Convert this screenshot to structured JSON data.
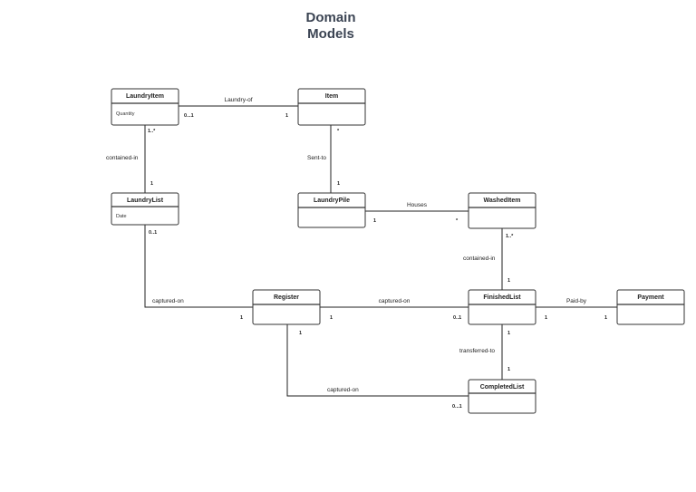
{
  "title": {
    "line1": "Domain",
    "line2": "Models"
  },
  "classes": {
    "laundry_item": {
      "name": "LaundryItem",
      "attribute": "Quantity"
    },
    "item": {
      "name": "Item"
    },
    "laundry_list": {
      "name": "LaundryList",
      "attribute": "Date"
    },
    "laundry_pile": {
      "name": "LaundryPile"
    },
    "washed_item": {
      "name": "WashedItem"
    },
    "register": {
      "name": "Register"
    },
    "finished_list": {
      "name": "FinishedList"
    },
    "payment": {
      "name": "Payment"
    },
    "completed_list": {
      "name": "CompletedList"
    }
  },
  "associations": {
    "laundry_of": {
      "label": "Laundry-of",
      "from_mult": "0...1",
      "to_mult": "1"
    },
    "contained_in_list": {
      "label": "contained-in",
      "from_mult": "1..*",
      "to_mult": "1"
    },
    "sent_to": {
      "label": "Sent-to",
      "from_mult": "*",
      "to_mult": "1"
    },
    "houses": {
      "label": "Houses",
      "from_mult": "1",
      "to_mult": "*"
    },
    "contained_in_finished": {
      "label": "contained-in",
      "from_mult": "1..*",
      "to_mult": "1"
    },
    "captured_on_laundry_list": {
      "label": "captured-on",
      "from_mult": "0..1",
      "to_mult": "1"
    },
    "captured_on_finished": {
      "label": "captured-on",
      "from_mult": "1",
      "to_mult": "0..1"
    },
    "paid_by": {
      "label": "Paid-by",
      "from_mult": "1",
      "to_mult": "1"
    },
    "transferred_to": {
      "label": "transferred-to",
      "from_mult": "1",
      "to_mult": "1"
    },
    "captured_on_completed": {
      "label": "captured-on",
      "from_mult": "1",
      "to_mult": "0...1"
    }
  }
}
